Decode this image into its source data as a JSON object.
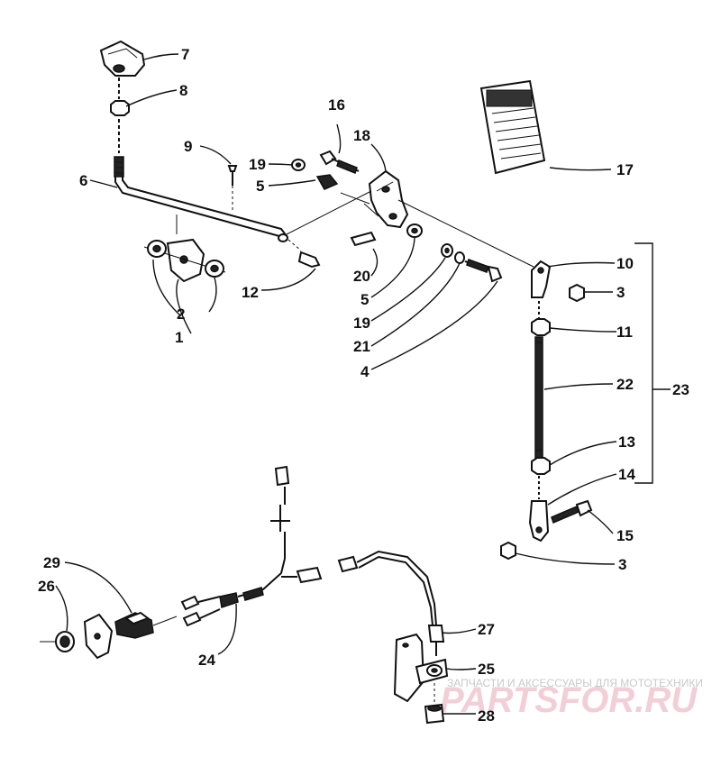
{
  "callouts": {
    "c1": "1",
    "c2": "2",
    "c3a": "3",
    "c3b": "3",
    "c4": "4",
    "c5a": "5",
    "c5b": "5",
    "c6": "6",
    "c7": "7",
    "c8": "8",
    "c9": "9",
    "c10": "10",
    "c11": "11",
    "c12": "12",
    "c13": "13",
    "c14": "14",
    "c15": "15",
    "c16": "16",
    "c17": "17",
    "c18": "18",
    "c19a": "19",
    "c19b": "19",
    "c20": "20",
    "c21": "21",
    "c22": "22",
    "c23": "23",
    "c24": "24",
    "c25": "25",
    "c26": "26",
    "c27": "27",
    "c28": "28",
    "c29": "29"
  },
  "watermark": {
    "tagline": "ЗАПЧАСТИ И АКСЕССУАРЫ ДЛЯ МОТОТЕХНИКИ",
    "brand": "PARTSFOR.RU"
  }
}
